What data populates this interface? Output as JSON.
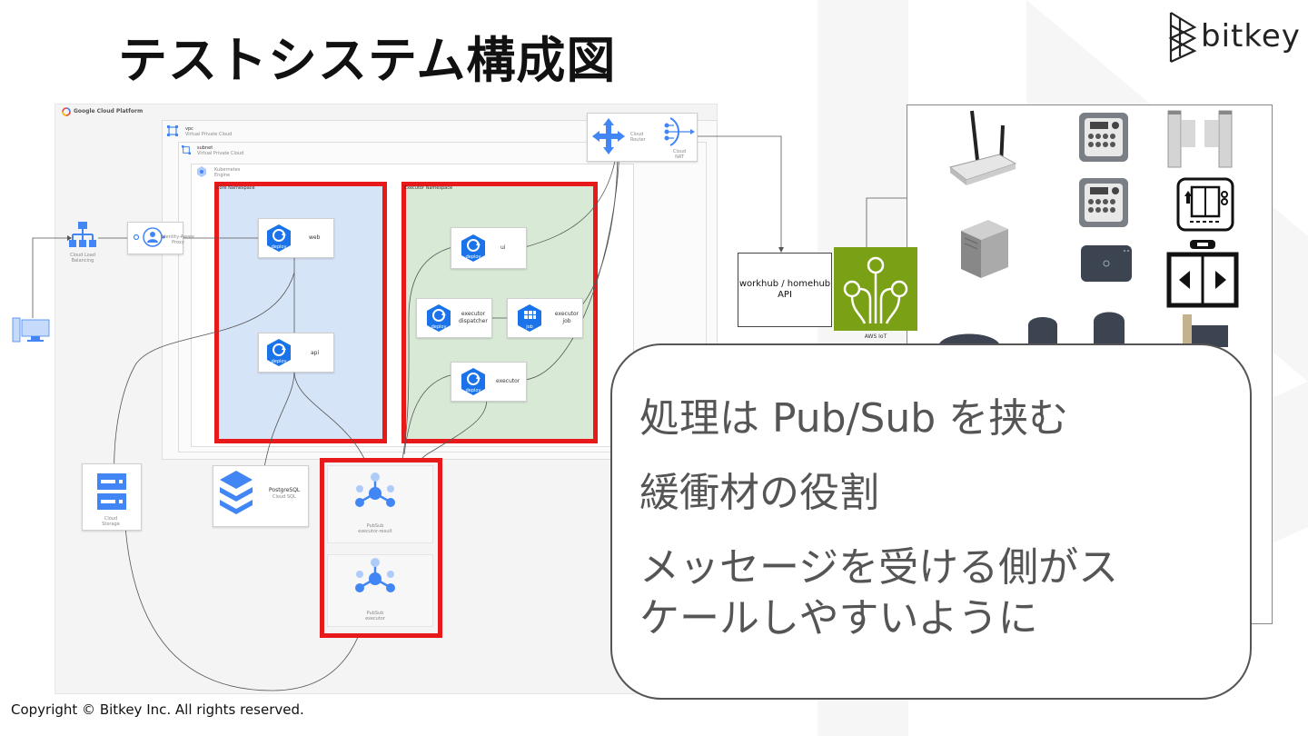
{
  "slide": {
    "title": "テストシステム構成図",
    "logo_text": "bitkey",
    "copyright": "Copyright © Bitkey Inc. All rights reserved."
  },
  "diagram": {
    "gcp_label": "Google Cloud Platform",
    "vpc": {
      "name": "vpc",
      "type": "Virtual Private Cloud"
    },
    "subnet": {
      "name": "subnet",
      "type": "Virtual Private Cloud"
    },
    "gke": {
      "name": "Kubernetes",
      "type": "Engine"
    },
    "load_balancer": {
      "line1": "Cloud Load",
      "line2": "Balancing"
    },
    "iap": {
      "line1": "Identity-Aware",
      "line2": "Proxy"
    },
    "cloud_router": {
      "line1": "Cloud",
      "line2": "Router"
    },
    "cloud_nat": {
      "line1": "Cloud",
      "line2": "NAT"
    },
    "core_namespace": {
      "label": "Core Namespace",
      "services": [
        {
          "icon_text": "deploy",
          "name": "web"
        },
        {
          "icon_text": "deploy",
          "name": "api"
        }
      ]
    },
    "executor_namespace": {
      "label": "Executor Namespace",
      "services": [
        {
          "icon_text": "deploy",
          "name": "ui"
        },
        {
          "icon_text": "deploy",
          "name_line1": "executor",
          "name_line2": "dispatcher"
        },
        {
          "icon_text": "job",
          "name_line1": "executor",
          "name_line2": "job"
        },
        {
          "icon_text": "deploy",
          "name": "executor"
        }
      ]
    },
    "cloud_storage": {
      "line1": "Cloud",
      "line2": "Storage"
    },
    "cloud_sql": {
      "line1": "PostgreSQL",
      "line2": "Cloud SQL"
    },
    "pubsub": [
      {
        "line1": "PubSub",
        "line2": "executor-result"
      },
      {
        "line1": "PubSub",
        "line2": "executor"
      }
    ],
    "workhub_api": {
      "line1": "workhub / homehub",
      "line2": "API"
    },
    "aws_iot": "AWS IoT"
  },
  "callout": {
    "lines": [
      "処理は Pub/Sub を挟む",
      "緩衝材の役割",
      "メッセージを受ける側がス",
      "ケールしやすいように"
    ]
  },
  "colors": {
    "highlight": "#e8191a",
    "core_bg": "#d6e4f7",
    "executor_bg": "#d8ead6",
    "gcp_blue": "#4285f4",
    "aws_green": "#7aa116"
  }
}
